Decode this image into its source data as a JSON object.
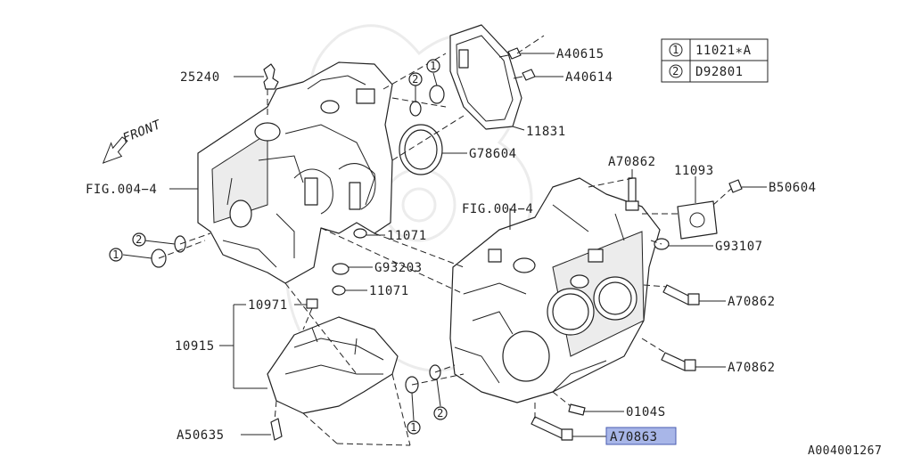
{
  "legend": [
    {
      "num": "1",
      "code": "11021∗A"
    },
    {
      "num": "2",
      "code": "D92801"
    }
  ],
  "front_label": "FRONT",
  "callouts": {
    "a40615": "A40615",
    "a40614": "A40614",
    "p25240": "25240",
    "p11831": "11831",
    "g78604": "G78604",
    "a70862_top": "A70862",
    "p11093": "11093",
    "b50604": "B50604",
    "fig_left": "FIG.004−4",
    "fig_right": "FIG.004−4",
    "p11071_a": "11071",
    "g93107": "G93107",
    "g93203": "G93203",
    "p11071_b": "11071",
    "a70862_mid": "A70862",
    "p10971": "10971",
    "p10915": "10915",
    "a70862_low": "A70862",
    "p0104s": "0104S",
    "a50635": "A50635",
    "a70863": "A70863",
    "circle_1": "1",
    "circle_2": "2"
  },
  "diagram_id": "A004001267"
}
